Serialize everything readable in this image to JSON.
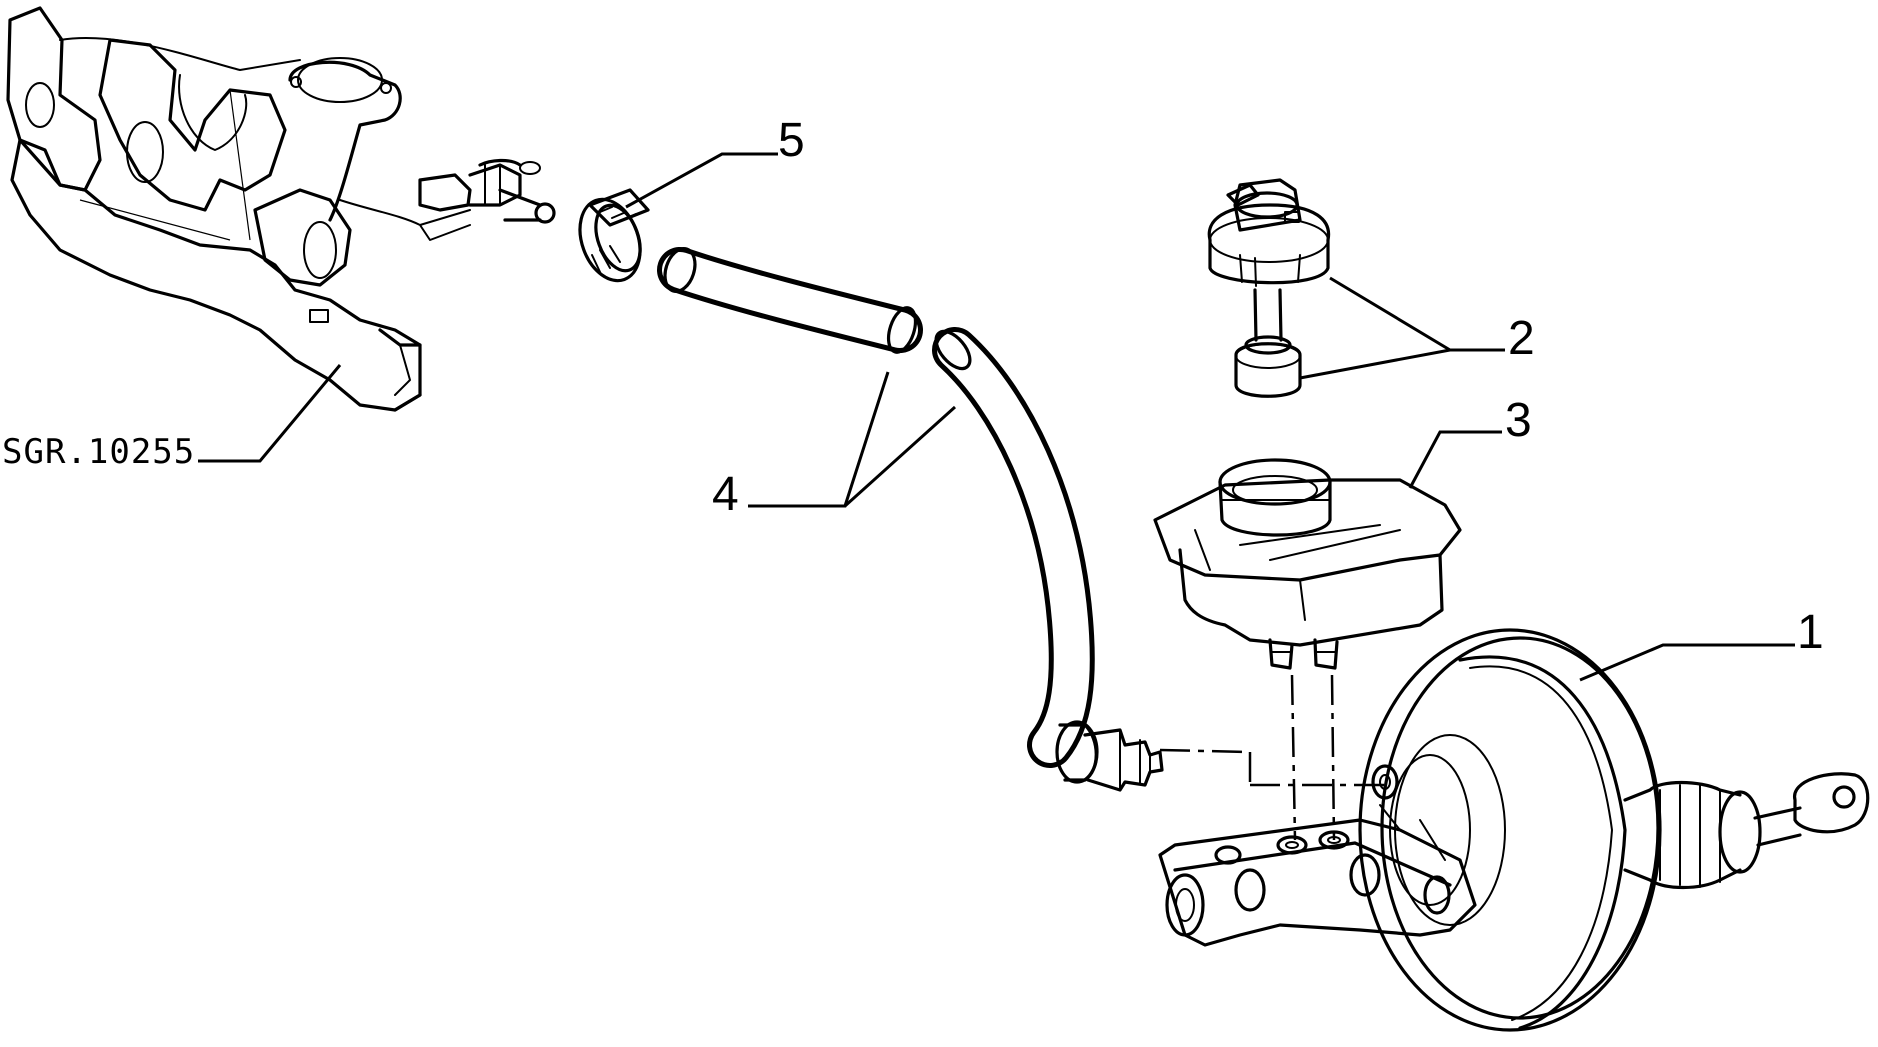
{
  "figure_ref": "SGR.10255",
  "callouts": [
    {
      "id": "1",
      "text": "1"
    },
    {
      "id": "2",
      "text": "2"
    },
    {
      "id": "3",
      "text": "3"
    },
    {
      "id": "4",
      "text": "4"
    },
    {
      "id": "5",
      "text": "5"
    }
  ]
}
